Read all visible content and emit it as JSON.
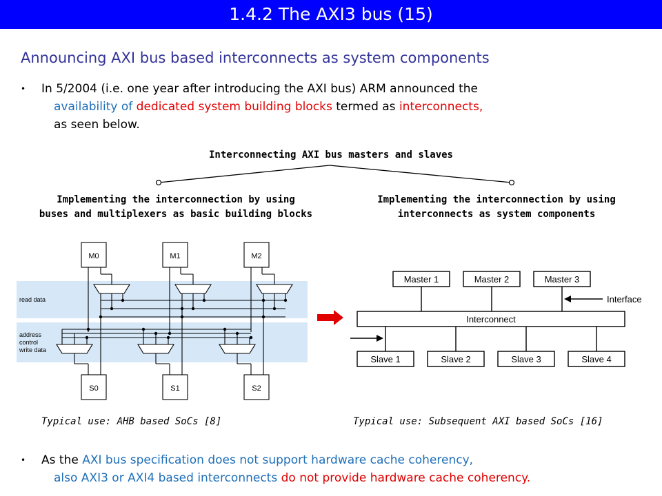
{
  "slide": {
    "title": "1.4.2 The AXI3 bus (15)",
    "subtitle": "Announcing AXI bus based interconnects as system components"
  },
  "para1": {
    "bullet": "•",
    "l1": "In 5/2004 (i.e. one year after introducing the AXI bus) ARM announced the",
    "l2a": "availability of",
    "l2b": "dedicated system building blocks",
    "l2c": "termed as",
    "l2d": "interconnects,",
    "l3": "as seen below."
  },
  "tree": {
    "root": "Interconnecting AXI bus masters and slaves",
    "left_1": "Implementing the interconnection by using",
    "left_2": "buses and multiplexers as basic building blocks",
    "right_1": "Implementing the interconnection by using",
    "right_2": "interconnects as system components"
  },
  "left_diagram": {
    "masters": [
      "M0",
      "M1",
      "M2"
    ],
    "slaves": [
      "S0",
      "S1",
      "S2"
    ],
    "band_read": "read data",
    "band_write": [
      "address",
      "control",
      "write data"
    ]
  },
  "right_diagram": {
    "masters": [
      "Master 1",
      "Master 2",
      "Master 3"
    ],
    "interconnect": "Interconnect",
    "interface": "Interface",
    "slaves": [
      "Slave 1",
      "Slave 2",
      "Slave 3",
      "Slave 4"
    ]
  },
  "captions": {
    "left": "Typical use: AHB based SoCs  [8]",
    "right": "Typical use: Subsequent AXI based SoCs [16]"
  },
  "para2": {
    "bullet": "•",
    "a": "As the",
    "b": "AXI bus specification",
    "c": "does not support hardware cache coherency,",
    "d": "also AXI3 or AXI4 based interconnects",
    "e": "do not provide hardware cache coherency."
  },
  "colors": {
    "title_bg": "#0000ff",
    "subtitle": "#333399",
    "blue": "#1e6fb8",
    "red": "#e00000",
    "band": "#d6e8f8"
  }
}
